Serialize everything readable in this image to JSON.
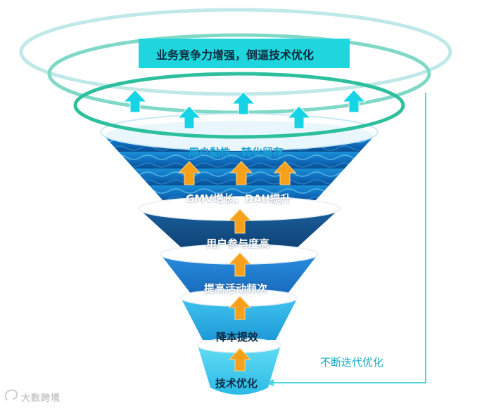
{
  "top_banner": "业务竞争力增强，倒逼技术优化",
  "loop_label": "不断迭代优化",
  "layers": [
    {
      "label": "用户黏性，转化留存"
    },
    {
      "label": "GMV增长，DAU提升"
    },
    {
      "label": "用户参与度高"
    },
    {
      "label": "提高活动频次"
    },
    {
      "label": "降本提效"
    },
    {
      "label": "技术优化"
    }
  ],
  "watermark": "大数跨境",
  "colors": {
    "ring": "#36c9a8",
    "ring_light": "#bfe9e8",
    "banner_bg": "#1fd6de",
    "arrow_cyan": "#17d3e6",
    "arrow_orange": "#f7a01a",
    "loop_line": "#4dd6de"
  }
}
